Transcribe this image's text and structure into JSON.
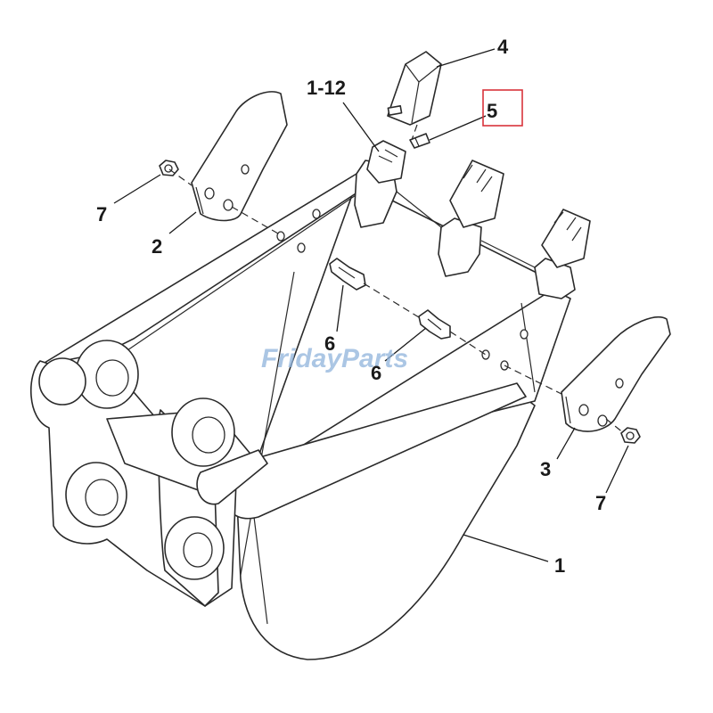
{
  "watermark": {
    "brand": "FridayParts"
  },
  "callouts": {
    "bucket": "1",
    "adapter_assembly": "1-12",
    "side_cutter_left": "2",
    "side_cutter_right": "3",
    "tooth_tip": "4",
    "retainer_pin": "5",
    "bolt_left": "6",
    "bolt_right": "6",
    "nut_left": "7",
    "nut_right": "7"
  },
  "highlight": {
    "callout": "5",
    "color": "#d9333b"
  },
  "colors": {
    "line": "#2a2a2a",
    "watermark": "#8fb3dc"
  }
}
